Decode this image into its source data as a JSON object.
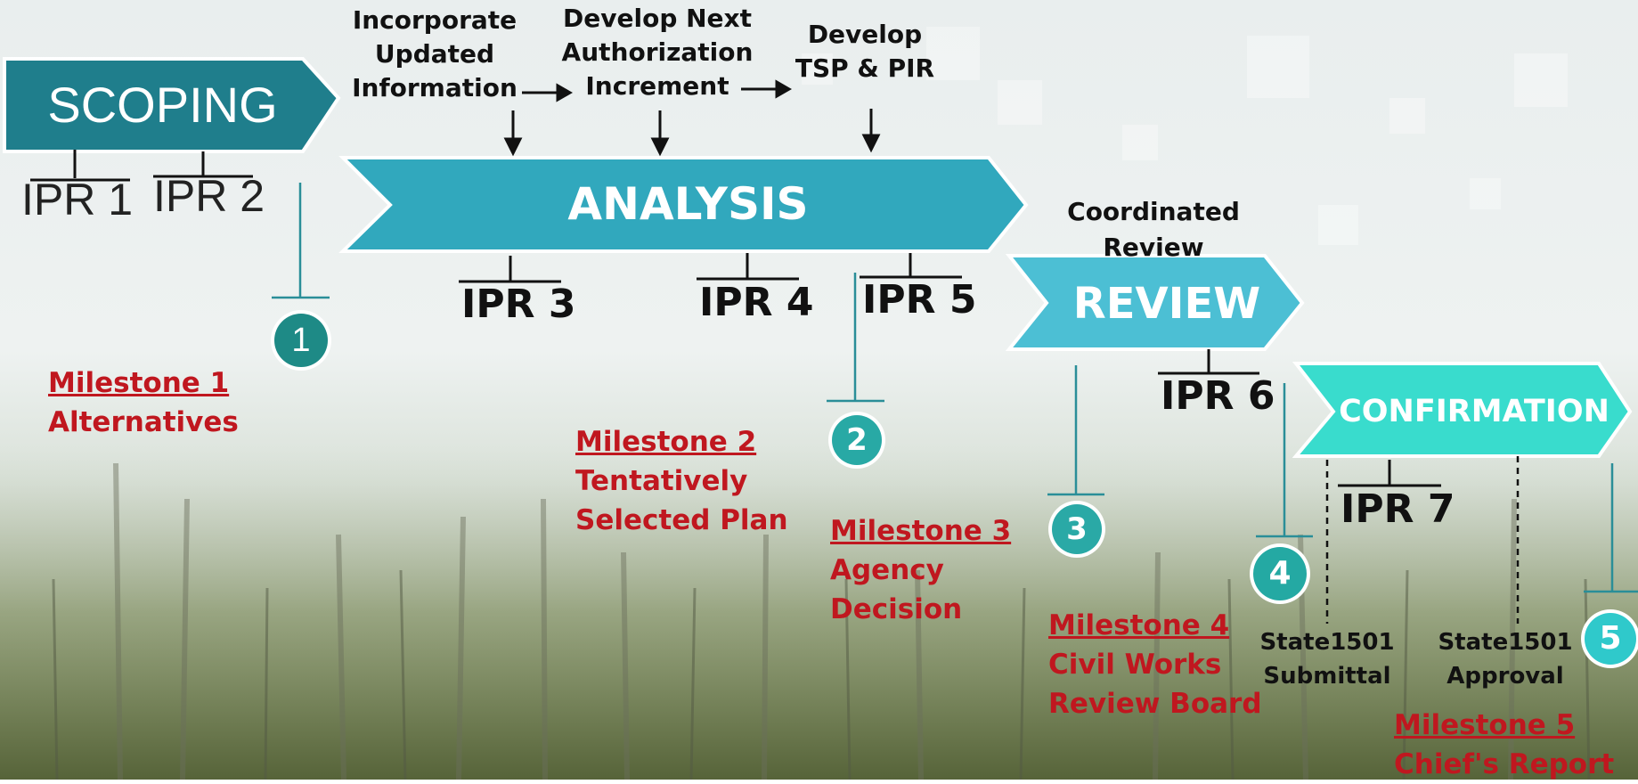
{
  "colors": {
    "scoping": "#1f7e8c",
    "analysis": "#31a8bd",
    "review": "#4cbfd4",
    "confirmation": "#39dccd",
    "milestone_text": "#c0171f"
  },
  "phases": {
    "scoping": "SCOPING",
    "analysis": "ANALYSIS",
    "review": "REVIEW",
    "confirmation": "CONFIRMATION"
  },
  "notes": {
    "incorporate": [
      "Incorporate",
      "Updated",
      "Information"
    ],
    "develop_next": [
      "Develop Next",
      "Authorization",
      "Increment"
    ],
    "develop_tsp": [
      "Develop",
      "TSP & PIR"
    ],
    "coordinated": [
      "Coordinated",
      "Review"
    ]
  },
  "iprs": [
    "IPR 1",
    "IPR 2",
    "IPR 3",
    "IPR 4",
    "IPR 5",
    "IPR 6",
    "IPR 7"
  ],
  "milestones": [
    {
      "number": "1",
      "title": "Milestone 1",
      "desc": [
        "Alternatives"
      ]
    },
    {
      "number": "2",
      "title": "Milestone 2",
      "desc": [
        "Tentatively",
        "Selected Plan"
      ]
    },
    {
      "number": "3",
      "title": "Milestone 3",
      "desc": [
        "Agency",
        "Decision"
      ]
    },
    {
      "number": "4",
      "title": "Milestone 4",
      "desc": [
        "Civil Works",
        "Review Board"
      ]
    },
    {
      "number": "5",
      "title": "Milestone 5",
      "desc": [
        "Chief's Report"
      ]
    }
  ],
  "state1501": {
    "submittal": [
      "State1501",
      "Submittal"
    ],
    "approval": [
      "State1501",
      "Approval"
    ]
  }
}
